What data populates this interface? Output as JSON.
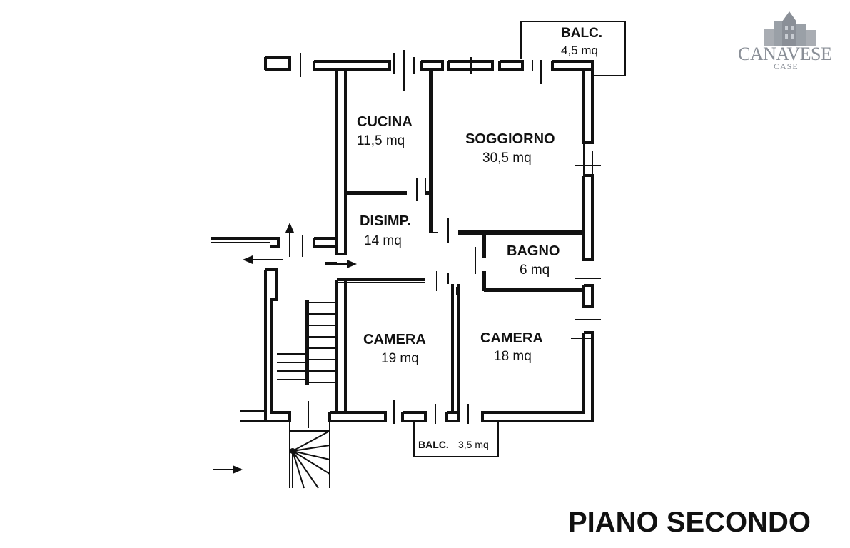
{
  "plan": {
    "title": "PIANO SECONDO",
    "logo": {
      "name": "CANAVESE",
      "sub": "CASE"
    },
    "rooms": {
      "balc_top": {
        "name": "BALC.",
        "area": "4,5 mq"
      },
      "cucina": {
        "name": "CUCINA",
        "area": "11,5 mq"
      },
      "soggiorno": {
        "name": "SOGGIORNO",
        "area": "30,5 mq"
      },
      "disimp": {
        "name": "DISIMP.",
        "area": "14 mq"
      },
      "bagno": {
        "name": "BAGNO",
        "area": "6 mq"
      },
      "camera1": {
        "name": "CAMERA",
        "area": "19 mq"
      },
      "camera2": {
        "name": "CAMERA",
        "area": "18 mq"
      },
      "balc_bottom": {
        "name": "BALC.",
        "area": "3,5 mq"
      }
    },
    "icons": [
      "building-logo-icon",
      "arrow-up-icon",
      "arrow-left-icon",
      "arrow-right-icon",
      "staircase-icon",
      "spiral-staircase-icon"
    ]
  }
}
